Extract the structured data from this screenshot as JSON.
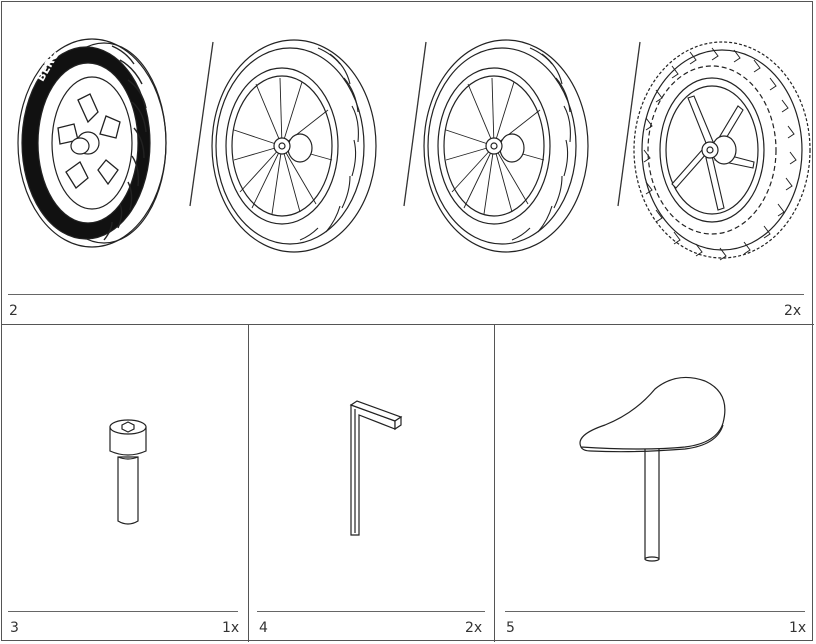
{
  "panels": {
    "wheels": {
      "number": "2",
      "quantity": "2x"
    },
    "bolt": {
      "number": "3",
      "quantity": "1x"
    },
    "hex_key": {
      "number": "4",
      "quantity": "2x"
    },
    "saddle": {
      "number": "5",
      "quantity": "1x"
    }
  },
  "wheel_brand": "BERG"
}
